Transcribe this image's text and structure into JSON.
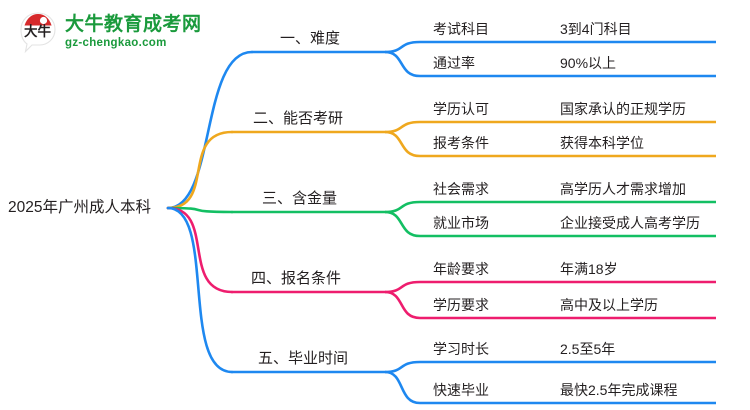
{
  "logo": {
    "mark_text": "大牛",
    "title": "大牛教育成考网",
    "domain": "gz-chengkao.com",
    "brand_green": "#1a9a3c",
    "brand_red": "#d6292b"
  },
  "mindmap": {
    "root": {
      "label": "2025年广州成人本科"
    },
    "branches": [
      {
        "label": "一、难度",
        "color": "#1e88f0",
        "children": [
          {
            "key": "考试科目",
            "value": "3到4门科目"
          },
          {
            "key": "通过率",
            "value": "90%以上"
          }
        ]
      },
      {
        "label": "二、能否考研",
        "color": "#efa81e",
        "children": [
          {
            "key": "学历认可",
            "value": "国家承认的正规学历"
          },
          {
            "key": "报考条件",
            "value": "获得本科学位"
          }
        ]
      },
      {
        "label": "三、含金量",
        "color": "#13bf63",
        "children": [
          {
            "key": "社会需求",
            "value": "高学历人才需求增加"
          },
          {
            "key": "就业市场",
            "value": "企业接受成人高考学历"
          }
        ]
      },
      {
        "label": "四、报名条件",
        "color": "#ee1d6e",
        "children": [
          {
            "key": "年龄要求",
            "value": "年满18岁"
          },
          {
            "key": "学历要求",
            "value": "高中及以上学历"
          }
        ]
      },
      {
        "label": "五、毕业时间",
        "color": "#1e88f0",
        "children": [
          {
            "key": "学习时长",
            "value": "2.5至5年"
          },
          {
            "key": "快速毕业",
            "value": "最快2.5年完成课程"
          }
        ]
      }
    ]
  }
}
